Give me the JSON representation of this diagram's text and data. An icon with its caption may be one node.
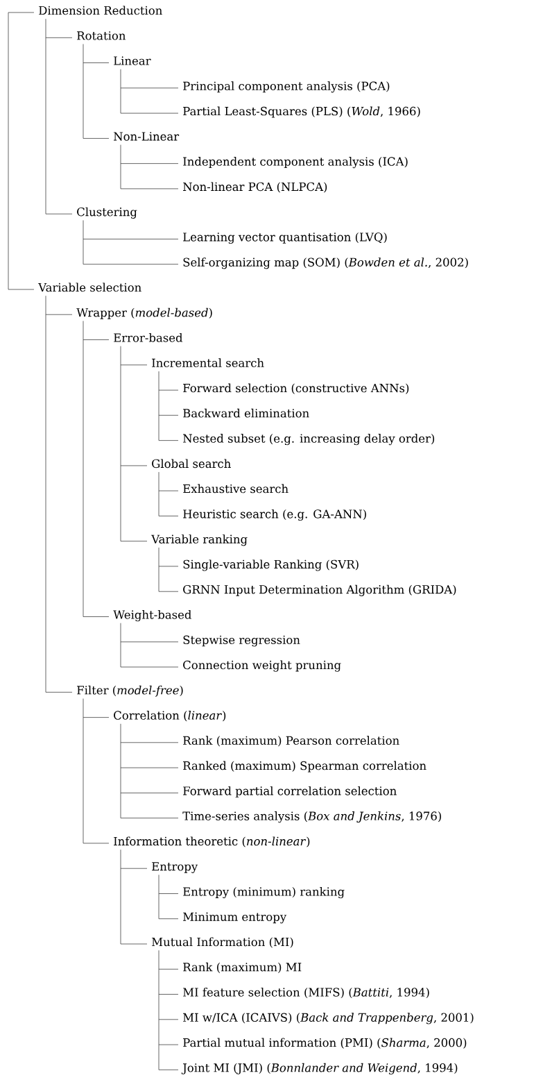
{
  "diagram": {
    "nodes": [
      {
        "text": [
          "Dimension Reduction"
        ]
      },
      {
        "text": [
          "Rotation"
        ]
      },
      {
        "text": [
          "Linear"
        ]
      },
      {
        "text": [
          "Principal component analysis (PCA)"
        ]
      },
      {
        "text": [
          "Partial Least-Squares (PLS) (*Wold*, 1966)"
        ]
      },
      {
        "text": [
          "Non-Linear"
        ]
      },
      {
        "text": [
          "Independent component analysis (ICA)"
        ]
      },
      {
        "text": [
          "Non-linear PCA (NLPCA)"
        ]
      },
      {
        "text": [
          "Clustering"
        ]
      },
      {
        "text": [
          "Learning vector quantisation (LVQ)"
        ]
      },
      {
        "text": [
          "Self-organizing map (SOM) (*Bowden et al.*, 2002)"
        ]
      },
      {
        "text": [
          "Variable selection"
        ]
      },
      {
        "text": [
          "Wrapper (*model-based*)"
        ]
      },
      {
        "text": [
          "Error-based"
        ]
      },
      {
        "text": [
          "Incremental search"
        ]
      },
      {
        "text": [
          "Forward selection (constructive ANNs)"
        ]
      },
      {
        "text": [
          "Backward elimination"
        ]
      },
      {
        "text": [
          "Nested subset (e.g. increasing delay order)"
        ]
      },
      {
        "text": [
          "Global search"
        ]
      },
      {
        "text": [
          "Exhaustive search"
        ]
      },
      {
        "text": [
          "Heuristic search (e.g. GA-ANN)"
        ]
      },
      {
        "text": [
          "Variable ranking"
        ]
      },
      {
        "text": [
          "Single-variable Ranking (SVR)"
        ]
      },
      {
        "text": [
          "GRNN Input Determination Algorithm (GRIDA)"
        ]
      },
      {
        "text": [
          "Weight-based"
        ]
      },
      {
        "text": [
          "Stepwise regression"
        ]
      },
      {
        "text": [
          "Connection weight pruning"
        ]
      },
      {
        "text": [
          "Filter (*model-free*)"
        ]
      },
      {
        "text": [
          "Correlation (*linear*)"
        ]
      },
      {
        "text": [
          "Rank (maximum) Pearson correlation"
        ]
      },
      {
        "text": [
          "Ranked (maximum) Spearman correlation"
        ]
      },
      {
        "text": [
          "Forward partial correlation selection"
        ]
      },
      {
        "text": [
          "Time-series analysis (*Box and Jenkins*, 1976)"
        ]
      },
      {
        "text": [
          "Information theoretic (*non-linear*)"
        ]
      },
      {
        "text": [
          "Entropy"
        ]
      },
      {
        "text": [
          "Entropy (minimum) ranking"
        ]
      },
      {
        "text": [
          "Minimum entropy"
        ]
      },
      {
        "text": [
          "Mutual Information (MI)"
        ]
      },
      {
        "text": [
          "Rank (maximum) MI"
        ]
      },
      {
        "text": [
          "MI feature selection (MIFS) (*Battiti*, 1994)"
        ]
      },
      {
        "text": [
          "MI w/ICA (ICAIVS) (*Back and Trappenberg*, 2001)"
        ]
      },
      {
        "text": [
          "Partial mutual information (PMI) (*Sharma*, 2000)"
        ]
      },
      {
        "text": [
          "Joint MI (JMI) (*Bonnlander and Weigend*, 1994)"
        ]
      }
    ],
    "edges": [
      {
        "from": 0,
        "to": 11,
        "arrow": "none"
      },
      {
        "from": 0,
        "to": 1,
        "arrow": "none"
      },
      {
        "from": 1,
        "to": 2,
        "arrow": "none"
      },
      {
        "from": 2,
        "to": 3,
        "arrow": "none"
      },
      {
        "from": 2,
        "to": 4,
        "arrow": "none"
      },
      {
        "from": 1,
        "to": 5,
        "arrow": "none"
      },
      {
        "from": 5,
        "to": 6,
        "arrow": "none"
      },
      {
        "from": 5,
        "to": 7,
        "arrow": "none"
      },
      {
        "from": 0,
        "to": 8,
        "arrow": "none"
      },
      {
        "from": 8,
        "to": 9,
        "arrow": "none"
      },
      {
        "from": 8,
        "to": 10,
        "arrow": "none"
      },
      {
        "from": 11,
        "to": 12,
        "arrow": "none"
      },
      {
        "from": 12,
        "to": 13,
        "arrow": "none"
      },
      {
        "from": 13,
        "to": 14,
        "arrow": "none"
      },
      {
        "from": 14,
        "to": 15,
        "arrow": "none"
      },
      {
        "from": 14,
        "to": 16,
        "arrow": "none"
      },
      {
        "from": 14,
        "to": 17,
        "arrow": "none"
      },
      {
        "from": 13,
        "to": 18,
        "arrow": "none"
      },
      {
        "from": 18,
        "to": 19,
        "arrow": "none"
      },
      {
        "from": 18,
        "to": 20,
        "arrow": "none"
      },
      {
        "from": 13,
        "to": 21,
        "arrow": "none"
      },
      {
        "from": 21,
        "to": 22,
        "arrow": "none"
      },
      {
        "from": 21,
        "to": 23,
        "arrow": "none"
      },
      {
        "from": 12,
        "to": 24,
        "arrow": "none"
      },
      {
        "from": 24,
        "to": 25,
        "arrow": "none"
      },
      {
        "from": 24,
        "to": 26,
        "arrow": "none"
      },
      {
        "from": 11,
        "to": 27,
        "arrow": "none"
      },
      {
        "from": 27,
        "to": 28,
        "arrow": "none"
      },
      {
        "from": 28,
        "to": 29,
        "arrow": "none"
      },
      {
        "from": 28,
        "to": 30,
        "arrow": "none"
      },
      {
        "from": 28,
        "to": 31,
        "arrow": "none"
      },
      {
        "from": 28,
        "to": 32,
        "arrow": "none"
      },
      {
        "from": 27,
        "to": 33,
        "arrow": "none"
      },
      {
        "from": 33,
        "to": 34,
        "arrow": "none"
      },
      {
        "from": 34,
        "to": 35,
        "arrow": "none"
      },
      {
        "from": 34,
        "to": 36,
        "arrow": "none"
      },
      {
        "from": 33,
        "to": 37,
        "arrow": "none"
      },
      {
        "from": 37,
        "to": 38,
        "arrow": "none"
      },
      {
        "from": 37,
        "to": 39,
        "arrow": "none"
      },
      {
        "from": 37,
        "to": 40,
        "arrow": "none"
      },
      {
        "from": 37,
        "to": 41,
        "arrow": "none"
      },
      {
        "from": 37,
        "to": 42,
        "arrow": "none"
      }
    ]
  }
}
